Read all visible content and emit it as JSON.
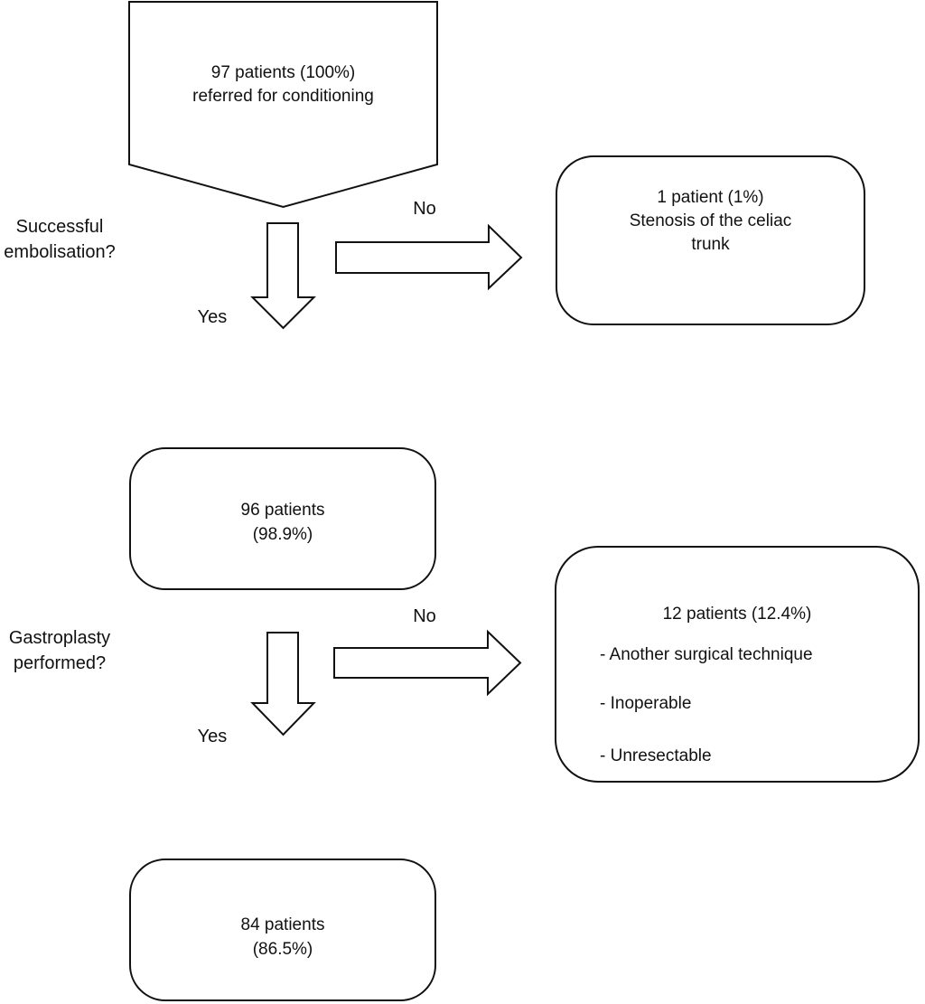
{
  "colors": {
    "line": "#111111",
    "background": "#ffffff",
    "text": "#111111"
  },
  "flow": {
    "referral": {
      "lines": [
        "97 patients (100%)",
        "referred for conditioning"
      ]
    },
    "question1": {
      "lines": [
        "Successful",
        "embolisation?"
      ],
      "yes_label": "Yes",
      "no_label": "No"
    },
    "stenosis": {
      "lines": [
        "1 patient (1%)",
        "Stenosis of the celiac",
        "trunk"
      ]
    },
    "embolised": {
      "lines": [
        "96 patients",
        "(98.9%)"
      ]
    },
    "question2": {
      "lines": [
        "Gastroplasty",
        "performed?"
      ],
      "yes_label": "Yes",
      "no_label": "No"
    },
    "not_gastroplasty": {
      "title": "12 patients (12.4%)",
      "bullets": [
        "- Another surgical technique",
        "- Inoperable",
        "- Unresectable"
      ]
    },
    "gastroplasty": {
      "lines": [
        "84 patients",
        "(86.5%)"
      ]
    }
  }
}
